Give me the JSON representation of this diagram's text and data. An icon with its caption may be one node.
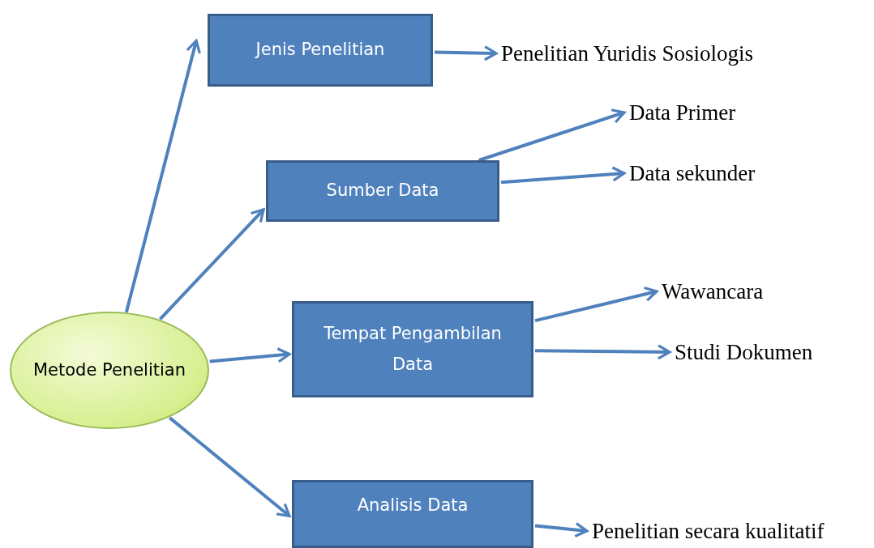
{
  "diagram": {
    "nodes": [
      {
        "text": [
          "Metode Penelitian"
        ]
      },
      {
        "text": [
          "Jenis Penelitian"
        ]
      },
      {
        "text": [
          "Sumber Data"
        ]
      },
      {
        "text": [
          "Tempat Pengambilan Data"
        ]
      },
      {
        "text": [
          "Analisis Data"
        ]
      },
      {
        "text": [
          "Penelitian Yuridis Sosiologis"
        ]
      },
      {
        "text": [
          "Data Primer"
        ]
      },
      {
        "text": [
          "Data sekunder"
        ]
      },
      {
        "text": [
          "Wawancara"
        ]
      },
      {
        "text": [
          "Studi Dokumen"
        ]
      },
      {
        "text": [
          "Penelitian secara kualitatif"
        ]
      }
    ],
    "edges": [
      {
        "from": 0,
        "to": 1,
        "arrow": "to"
      },
      {
        "from": 0,
        "to": 2,
        "arrow": "to"
      },
      {
        "from": 0,
        "to": 3,
        "arrow": "to"
      },
      {
        "from": 0,
        "to": 4,
        "arrow": "to"
      },
      {
        "from": 1,
        "to": 5,
        "arrow": "to"
      },
      {
        "from": 2,
        "to": 6,
        "arrow": "to"
      },
      {
        "from": 2,
        "to": 7,
        "arrow": "to"
      },
      {
        "from": 3,
        "to": 8,
        "arrow": "to"
      },
      {
        "from": 3,
        "to": 9,
        "arrow": "to"
      },
      {
        "from": 4,
        "to": 10,
        "arrow": "to"
      }
    ]
  }
}
